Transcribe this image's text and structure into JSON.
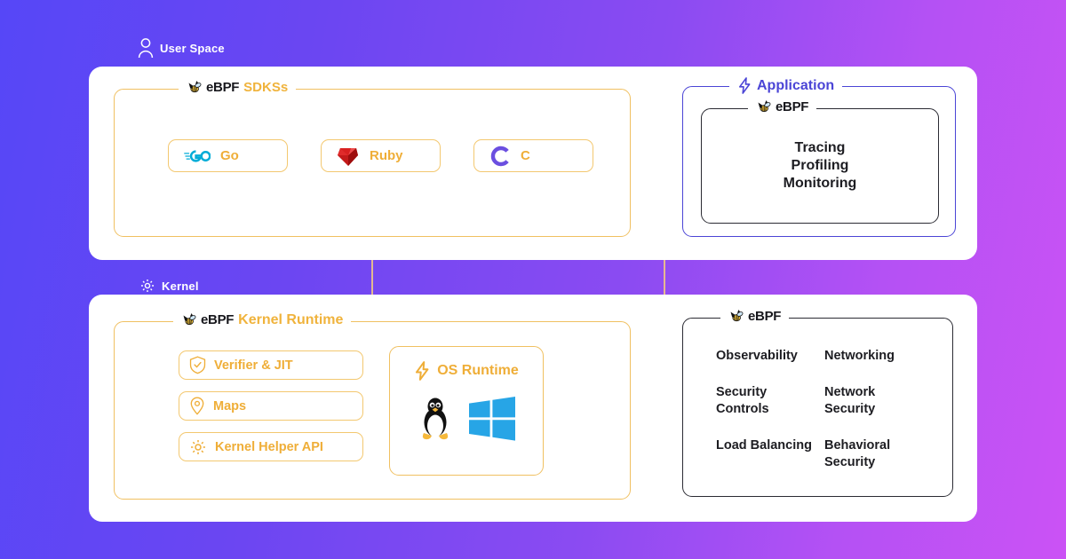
{
  "zones": {
    "user_space": {
      "label": "User Space",
      "icon": "user-icon"
    },
    "kernel": {
      "label": "Kernel",
      "icon": "gear-icon"
    }
  },
  "ebpf_wordmark": "eBPF",
  "sdks": {
    "legend": "SDKSs",
    "items": [
      {
        "label": "Go",
        "icon": "go-logo-icon",
        "color": "#00ACD7"
      },
      {
        "label": "Ruby",
        "icon": "ruby-logo-icon",
        "color": "#CC0000"
      },
      {
        "label": "C",
        "icon": "c-logo-icon",
        "color": "#6B4FE0"
      }
    ]
  },
  "application": {
    "legend": "Application",
    "legend_icon": "lightning-bolt-icon",
    "inner_legend": "eBPF",
    "lines": [
      "Tracing",
      "Profiling",
      "Monitoring"
    ]
  },
  "kernel_runtime": {
    "legend": "Kernel Runtime",
    "items": [
      {
        "label": "Verifier & JIT",
        "icon": "shield-check-icon"
      },
      {
        "label": "Maps",
        "icon": "map-pin-icon"
      },
      {
        "label": "Kernel Helper API",
        "icon": "gear-icon"
      }
    ]
  },
  "os_runtime": {
    "title": "OS Runtime",
    "title_icon": "lightning-bolt-icon",
    "logos": [
      "linux-penguin-icon",
      "windows-logo-icon"
    ]
  },
  "use_cases": {
    "legend": "eBPF",
    "items": [
      "Observability",
      "Networking",
      "Security Controls",
      "Network Security",
      "Load Balancing",
      "Behavioral Security"
    ]
  },
  "colors": {
    "gradient_start": "#5647F7",
    "gradient_end": "#CB52F5",
    "accent_orange": "#F0B33C",
    "border_orange": "#F3C870",
    "indigo": "#4B45D6",
    "dark": "#1D1D22"
  }
}
